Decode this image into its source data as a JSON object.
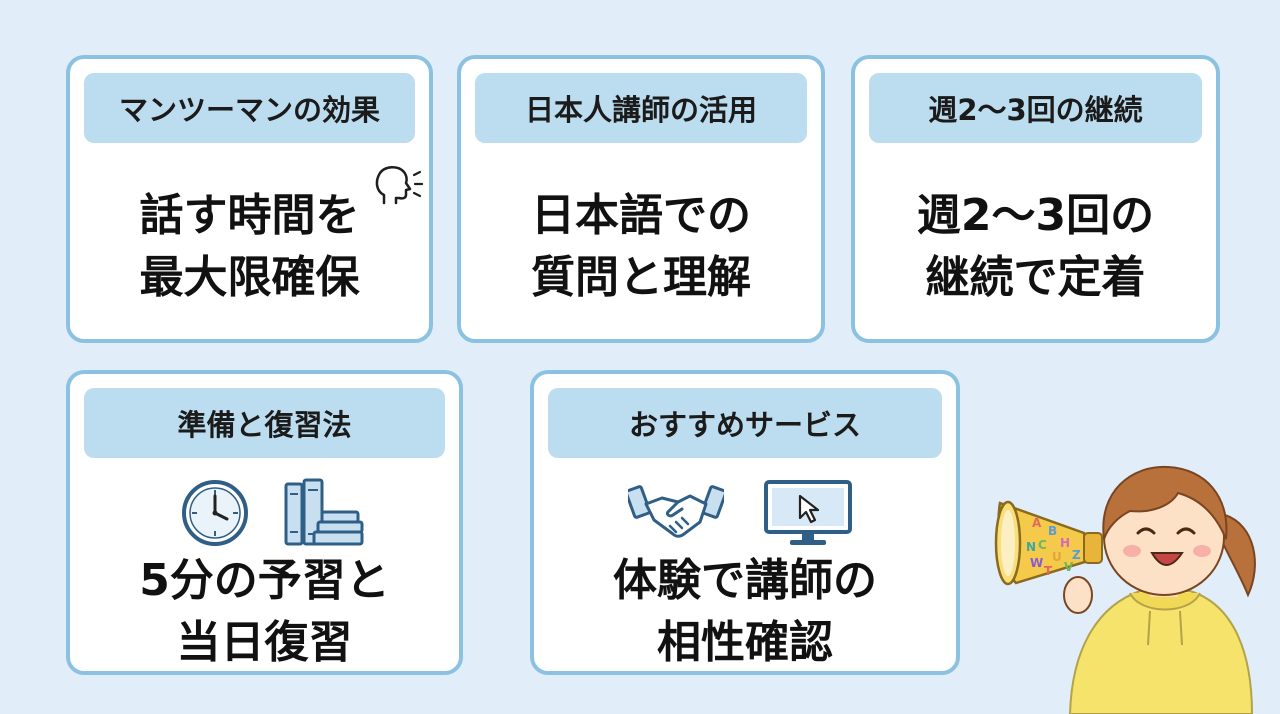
{
  "cards": [
    {
      "title": "マンツーマンの効果",
      "body": "話す時間を\n最大限確保",
      "icon": "speaking-head-icon"
    },
    {
      "title": "日本人講師の活用",
      "body": "日本語での\n質問と理解"
    },
    {
      "title": "週2〜3回の継続",
      "body": "週2〜3回の\n継続で定着"
    },
    {
      "title": "準備と復習法",
      "body": "5分の予習と\n当日復習",
      "icons": [
        "clock-icon",
        "books-icon"
      ]
    },
    {
      "title": "おすすめサービス",
      "body": "体験で講師の\n相性確認",
      "icons": [
        "handshake-icon",
        "computer-monitor-icon"
      ]
    }
  ],
  "illustration": {
    "name": "girl-with-megaphone",
    "megaphone_letters": "ABCHUZWTNV"
  },
  "colors": {
    "background": "#e1eef9",
    "card_border": "#8cc2e1",
    "title_bg": "#bcdcef",
    "icon_blue": "#2f5f86"
  }
}
